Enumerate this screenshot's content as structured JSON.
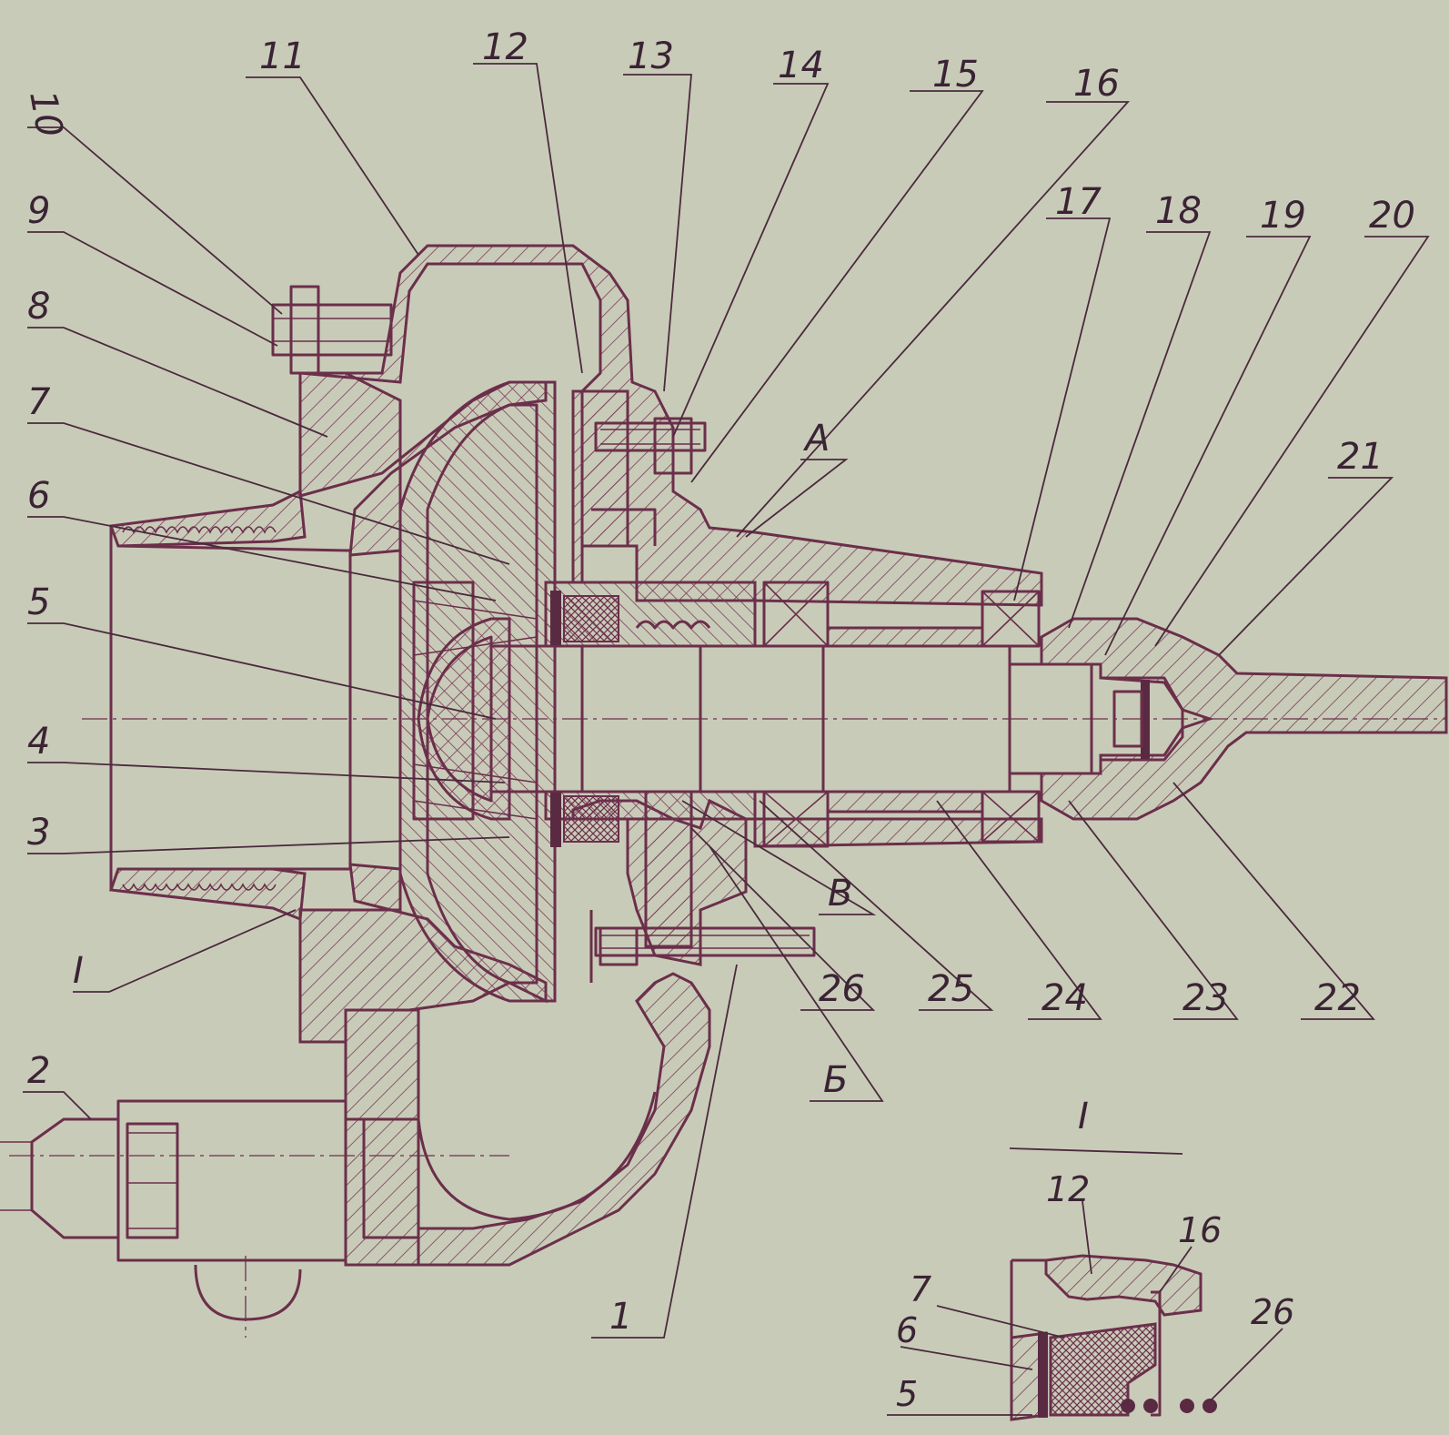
{
  "callouts_top": [
    "11",
    "12",
    "13",
    "14",
    "15",
    "16",
    "17",
    "18",
    "19",
    "20"
  ],
  "callouts_left": [
    "10",
    "9",
    "8",
    "7",
    "6",
    "5",
    "4",
    "3",
    "I",
    "2"
  ],
  "callouts_right": [
    "A",
    "21",
    "22",
    "23",
    "24",
    "25",
    "26",
    "В",
    "Б",
    "1"
  ],
  "detail_view": {
    "title": "I",
    "labels": [
      "7",
      "12",
      "16",
      "6",
      "26",
      "5"
    ]
  },
  "colors": {
    "paper": "#c9cbb9",
    "ink": "#6b2f4a",
    "label": "#3a2434"
  }
}
